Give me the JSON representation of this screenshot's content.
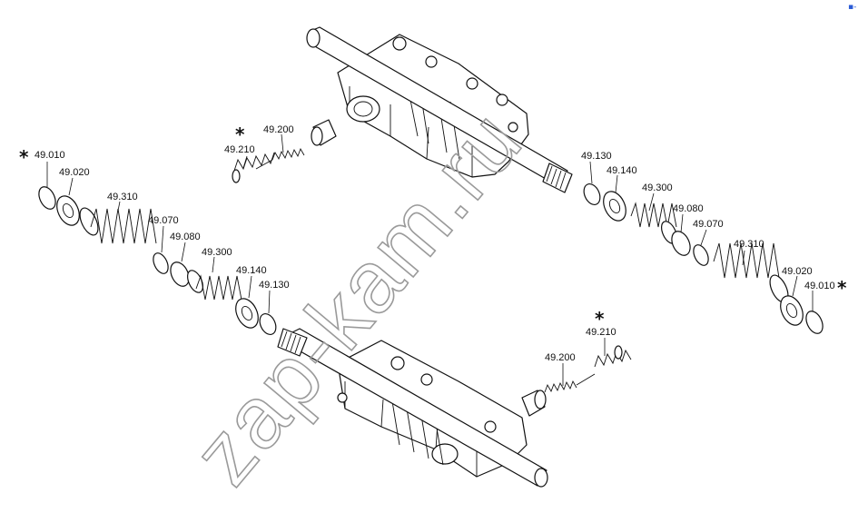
{
  "watermark": "zap-kam.ru",
  "callouts": {
    "marker": "*",
    "upper_right": {
      "c49210": "49.210",
      "c49200": "49.200",
      "c49130": "49.130",
      "c49140": "49.140",
      "c49300": "49.300",
      "c49080": "49.080",
      "c49070": "49.070",
      "c49310": "49.310",
      "c49020": "49.020",
      "c49010": "49.010"
    },
    "lower_left": {
      "c49010": "49.010",
      "c49020": "49.020",
      "c49310": "49.310",
      "c49070": "49.070",
      "c49080": "49.080",
      "c49300": "49.300",
      "c49140": "49.140",
      "c49130": "49.130",
      "c49200": "49.200",
      "c49210": "49.210"
    }
  },
  "corner_mark": "▪-"
}
